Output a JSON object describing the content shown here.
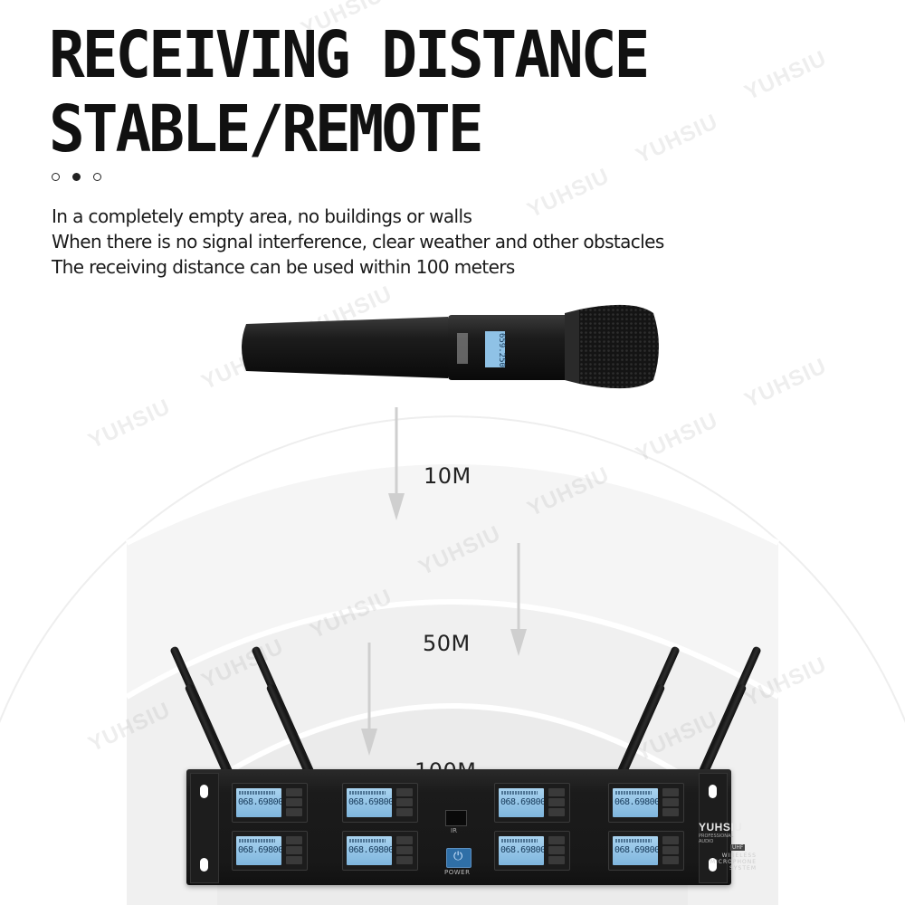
{
  "title": [
    "RECEIVING DISTANCE",
    "STABLE/REMOTE"
  ],
  "dots": [
    false,
    true,
    false
  ],
  "description": [
    "In a completely empty area, no buildings or walls",
    "When there is no signal interference, clear weather and other obstacles",
    "The receiving distance can be used within 100 meters"
  ],
  "distances": [
    "10M",
    "50M",
    "100M"
  ],
  "watermark_text": "YUHSIU",
  "microphone": {
    "display_text": "659.250"
  },
  "receiver": {
    "brand": "YUHSIU",
    "brand_sub": "PROFESSIONAL AUDIO",
    "band": "UHF",
    "system_text": [
      "WIRELESS",
      "MICROPHONE",
      "SYSTEM"
    ],
    "ir_label": "IR",
    "power_label": "POWER",
    "channel_freq": "068.69800"
  }
}
